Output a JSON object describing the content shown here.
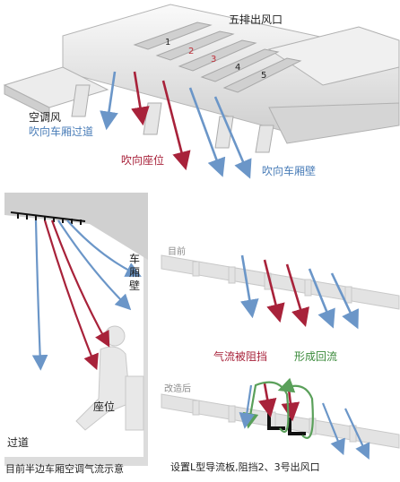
{
  "top": {
    "title": "五排出风口",
    "vent_numbers": [
      "1",
      "2",
      "3",
      "4",
      "5"
    ],
    "aircon_label": "空调风",
    "blue_to_aisle": "吹向车厢过道",
    "red_to_seat": "吹向座位",
    "blue_to_wall": "吹向车厢壁"
  },
  "left_panel": {
    "wall_label": "车厢壁",
    "seat_label": "座位",
    "aisle_label": "过道",
    "caption": "目前半边车厢空调气流示意"
  },
  "right_panel": {
    "current_label": "目前",
    "modified_label": "改造后",
    "blocked_label": "气流被阻挡",
    "recirc_label": "形成回流",
    "caption": "设置L型导流板,阻挡2、3号出风口"
  },
  "colors": {
    "blue_flow": "#6b96c8",
    "red_flow": "#a8223a",
    "green_flow": "#5aa05a",
    "rail_gray": "#e3e3e3",
    "panel_gray": "#dcdcdc"
  }
}
